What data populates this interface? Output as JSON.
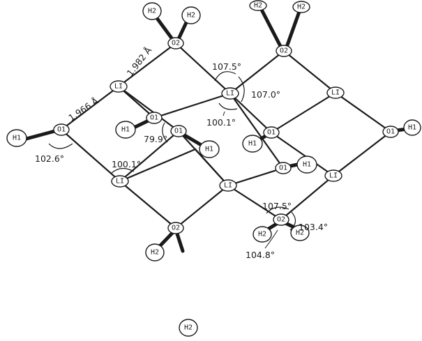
{
  "atoms": {
    "h1_left": "H1",
    "o1_left": "O1",
    "li_a": "LI",
    "li_b": "LI",
    "li_c": "LI",
    "li_d": "LI",
    "li_e": "LI",
    "li_f": "LI",
    "h2_top_a": "H2",
    "h2_top_b": "H2",
    "o2_top_left": "O2",
    "h2_top_c": "H2",
    "h2_top_d": "H2",
    "o2_top_right": "O2",
    "h1_mid_left": "H1",
    "o1_mid_left": "O1",
    "o1_center": "O1",
    "h1_center": "H1",
    "h1_upper_right": "H1",
    "o1_upper_right": "O1",
    "o1_right": "O1",
    "h1_right": "H1",
    "o1_mid_right": "O1",
    "h1_mid_right": "H1",
    "o2_bottom_left": "O2",
    "h2_bottom_a": "H2",
    "h2_bottom_b": "H2",
    "o2_bottom_right": "O2",
    "h2_bottom_c": "H2",
    "h2_bottom_d": "H2"
  },
  "measurements": {
    "bond_li_o2": "1.982 Å",
    "bond_o1_li": "1.966 Å",
    "angle_1075_top": "107.5°",
    "angle_1070": "107.0°",
    "angle_1001_upper": "100.1°",
    "angle_799": "79.9°",
    "angle_1026": "102.6°",
    "angle_1001_lower": "100.1°",
    "angle_1075_bottom": "107.5°",
    "angle_1034": "103.4°",
    "angle_1048": "104.8°"
  }
}
